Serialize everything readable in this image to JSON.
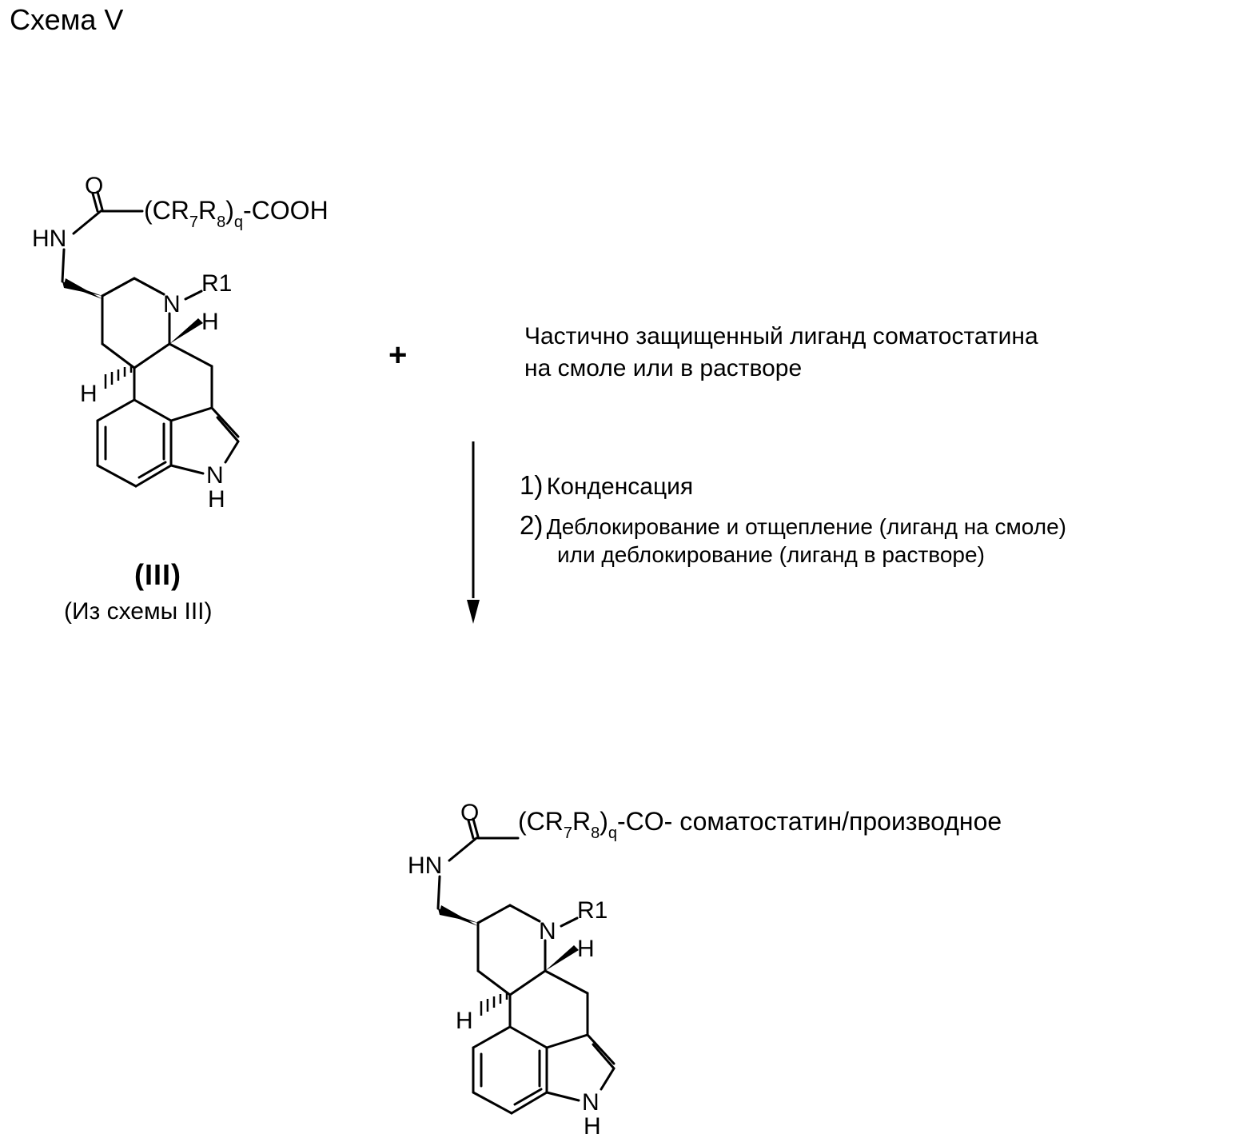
{
  "scheme_title": "Схема V",
  "plus_sign": "+",
  "reagent": {
    "line1": "Частично защищенный лиганд соматостатина",
    "line2": "на смоле или в растворе"
  },
  "steps": [
    {
      "number": "1)",
      "text": "Конденсация"
    },
    {
      "number": "2)",
      "text": "Деблокирование и отщепление (лиганд на смоле)",
      "text_cont": "или деблокирование (лиганд в растворе)"
    }
  ],
  "compound": {
    "number": "(III)",
    "source": "(Из схемы III)"
  },
  "atoms": {
    "O": "O",
    "HN": "HN",
    "N": "N",
    "R1": "R1",
    "H": "H",
    "NH_N": "N",
    "NH_H": "H"
  },
  "chain": {
    "open": "(CR",
    "sub7": "7",
    "R": "R",
    "sub8": "8",
    "close": ")",
    "subq": "q",
    "reactant_end": "-COOH",
    "product_end": "-CO-",
    "product_tail": " соматостатин/производное"
  }
}
